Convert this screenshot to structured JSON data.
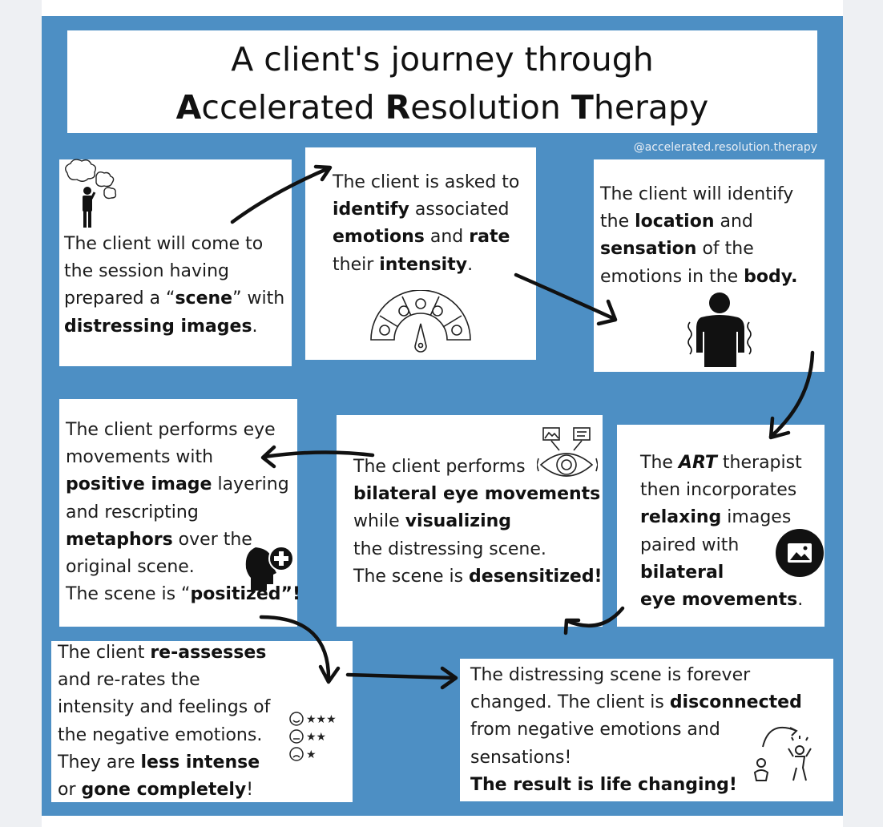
{
  "title": {
    "line1": "A client's journey through",
    "line2_parts": [
      {
        "t": "A",
        "b": true
      },
      {
        "t": "ccelerated ",
        "b": false
      },
      {
        "t": "R",
        "b": true
      },
      {
        "t": "esolution ",
        "b": false
      },
      {
        "t": "T",
        "b": true
      },
      {
        "t": "herapy",
        "b": false
      }
    ]
  },
  "handle": "@accelerated.resolution.therapy",
  "steps": [
    {
      "id": "step-1",
      "lines": [
        [
          {
            "t": "The client will come to",
            "b": false
          }
        ],
        [
          {
            "t": "the session having",
            "b": false
          }
        ],
        [
          {
            "t": "prepared a “",
            "b": false
          },
          {
            "t": "scene",
            "b": true
          },
          {
            "t": "” with",
            "b": false
          }
        ],
        [
          {
            "t": "distressing images",
            "b": true
          },
          {
            "t": ".",
            "b": false
          }
        ]
      ]
    },
    {
      "id": "step-2",
      "lines": [
        [
          {
            "t": "The client is asked to",
            "b": false
          }
        ],
        [
          {
            "t": "identify",
            "b": true
          },
          {
            "t": " associated",
            "b": false
          }
        ],
        [
          {
            "t": "emotions",
            "b": true
          },
          {
            "t": " and ",
            "b": false
          },
          {
            "t": "rate",
            "b": true
          }
        ],
        [
          {
            "t": "their ",
            "b": false
          },
          {
            "t": "intensity",
            "b": true
          },
          {
            "t": ".",
            "b": false
          }
        ]
      ]
    },
    {
      "id": "step-3",
      "lines": [
        [
          {
            "t": "The client will identify",
            "b": false
          }
        ],
        [
          {
            "t": "the ",
            "b": false
          },
          {
            "t": "location",
            "b": true
          },
          {
            "t": " and",
            "b": false
          }
        ],
        [
          {
            "t": "sensation",
            "b": true
          },
          {
            "t": " of the",
            "b": false
          }
        ],
        [
          {
            "t": "emotions in the ",
            "b": false
          },
          {
            "t": "body.",
            "b": true
          }
        ]
      ]
    },
    {
      "id": "step-4",
      "lines": [
        [
          {
            "t": "The ",
            "b": false
          },
          {
            "t": "ART",
            "b": true,
            "i": true
          },
          {
            "t": " therapist",
            "b": false
          }
        ],
        [
          {
            "t": "then incorporates",
            "b": false
          }
        ],
        [
          {
            "t": "relaxing",
            "b": true
          },
          {
            "t": " images",
            "b": false
          }
        ],
        [
          {
            "t": "paired with",
            "b": false
          }
        ],
        [
          {
            "t": "bilateral",
            "b": true
          }
        ],
        [
          {
            "t": "eye movements",
            "b": true
          },
          {
            "t": ".",
            "b": false
          }
        ]
      ]
    },
    {
      "id": "step-5",
      "lines": [
        [
          {
            "t": "The client performs",
            "b": false
          }
        ],
        [
          {
            "t": "bilateral eye movements",
            "b": true
          }
        ],
        [
          {
            "t": "while ",
            "b": false
          },
          {
            "t": "visualizing",
            "b": true
          }
        ],
        [
          {
            "t": "the distressing scene.",
            "b": false
          }
        ],
        [
          {
            "t": "The scene is ",
            "b": false
          },
          {
            "t": "desensitized!",
            "b": true
          }
        ]
      ]
    },
    {
      "id": "step-6",
      "lines": [
        [
          {
            "t": "The client performs eye",
            "b": false
          }
        ],
        [
          {
            "t": "movements with",
            "b": false
          }
        ],
        [
          {
            "t": "positive image",
            "b": true
          },
          {
            "t": " layering",
            "b": false
          }
        ],
        [
          {
            "t": "and rescripting",
            "b": false
          }
        ],
        [
          {
            "t": "metaphors",
            "b": true
          },
          {
            "t": " over the",
            "b": false
          }
        ],
        [
          {
            "t": "original scene.",
            "b": false
          }
        ],
        [
          {
            "t": "The scene is “",
            "b": false
          },
          {
            "t": "positized”!",
            "b": true
          }
        ]
      ]
    },
    {
      "id": "step-7",
      "lines": [
        [
          {
            "t": "The client ",
            "b": false
          },
          {
            "t": "re-assesses",
            "b": true
          }
        ],
        [
          {
            "t": "and re-rates the",
            "b": false
          }
        ],
        [
          {
            "t": "intensity and feelings of",
            "b": false
          }
        ],
        [
          {
            "t": "the negative emotions.",
            "b": false
          }
        ],
        [
          {
            "t": "They are ",
            "b": false
          },
          {
            "t": "less intense",
            "b": true
          }
        ],
        [
          {
            "t": "or ",
            "b": false
          },
          {
            "t": "gone completely",
            "b": true
          },
          {
            "t": "!",
            "b": false
          }
        ]
      ]
    },
    {
      "id": "step-8",
      "lines": [
        [
          {
            "t": "The distressing scene is forever",
            "b": false
          }
        ],
        [
          {
            "t": "changed. The client is ",
            "b": false
          },
          {
            "t": "disconnected",
            "b": true
          }
        ],
        [
          {
            "t": "from negative emotions and",
            "b": false
          }
        ],
        [
          {
            "t": "sensations!",
            "b": false
          }
        ],
        [
          {
            "t": "The result is life changing!",
            "b": true
          }
        ]
      ]
    }
  ],
  "icons": {
    "step-1": "thinking-person-icon",
    "step-2": "emotion-meter-icon",
    "step-3": "person-body-icon",
    "step-4": "image-icon",
    "step-5": "eye-movement-icon",
    "step-6": "positive-mind-icon",
    "step-7": "star-rating-icon",
    "step-8": "transformation-icon"
  }
}
